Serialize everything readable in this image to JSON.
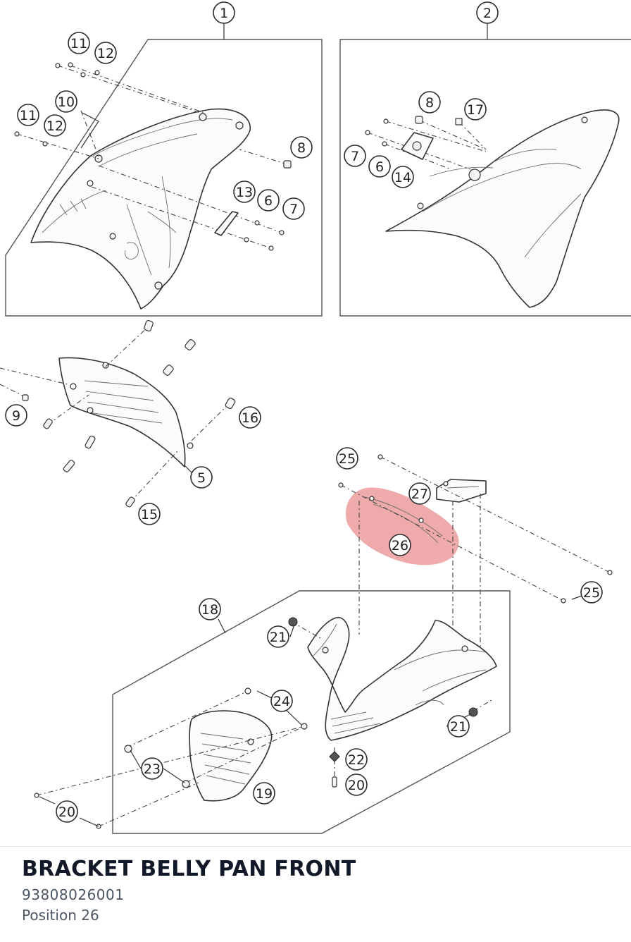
{
  "diagram": {
    "highlight_color": "#e57373",
    "callouts": [
      "1",
      "2",
      "11",
      "12",
      "10",
      "11",
      "12",
      "8",
      "13",
      "6",
      "7",
      "8",
      "17",
      "7",
      "6",
      "14",
      "9",
      "16",
      "5",
      "15",
      "25",
      "27",
      "26",
      "25",
      "18",
      "21",
      "24",
      "21",
      "23",
      "22",
      "20",
      "19",
      "20"
    ]
  },
  "part": {
    "title": "BRACKET BELLY PAN FRONT",
    "number": "93808026001",
    "position": "Position 26"
  }
}
